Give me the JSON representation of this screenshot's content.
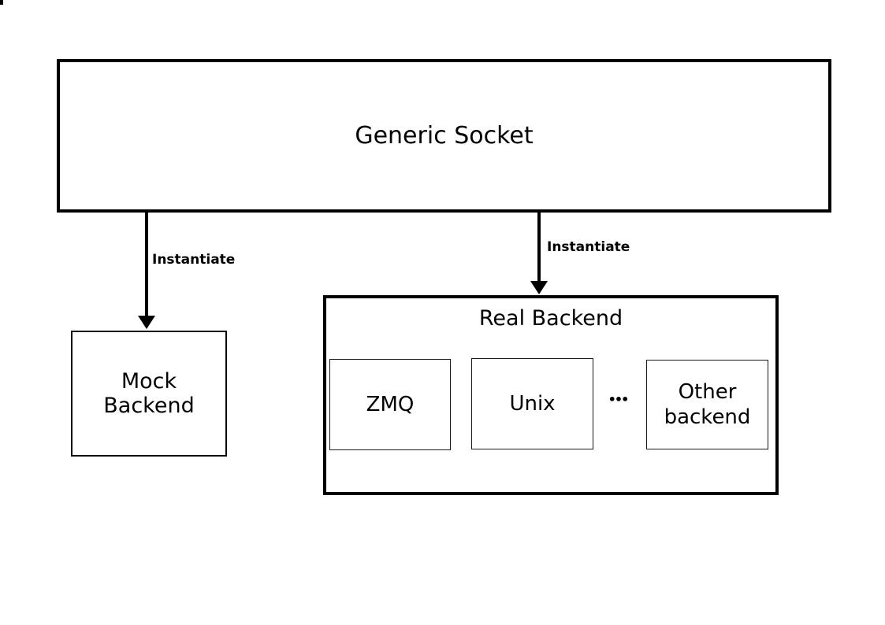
{
  "nodes": {
    "generic_socket": {
      "label": "Generic Socket"
    },
    "mock_backend": {
      "label": "Mock Backend"
    },
    "real_backend": {
      "label": "Real Backend",
      "ellipsis": "•••",
      "children": [
        {
          "label": "ZMQ"
        },
        {
          "label": "Unix"
        },
        {
          "label": "Other backend"
        }
      ]
    }
  },
  "edges": [
    {
      "label": "Instantiate",
      "from": "generic_socket",
      "to": "mock_backend"
    },
    {
      "label": "Instantiate",
      "from": "generic_socket",
      "to": "real_backend"
    }
  ]
}
